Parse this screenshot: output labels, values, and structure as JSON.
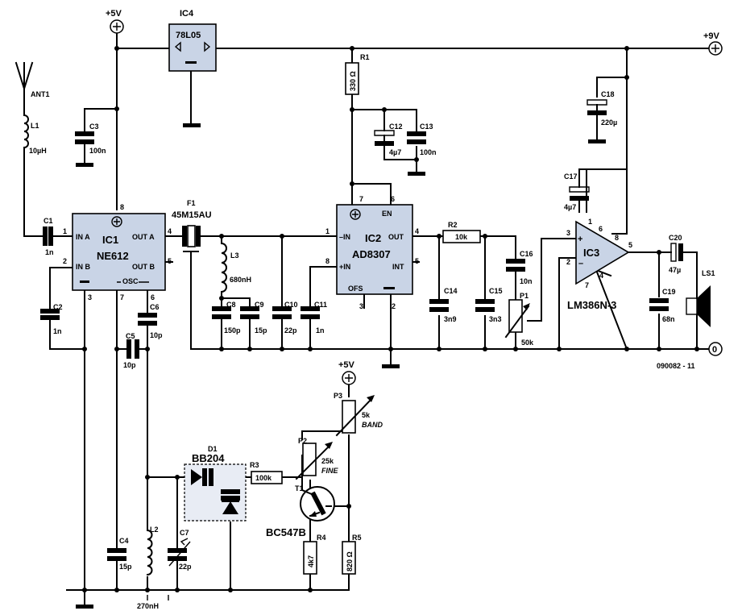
{
  "diagram": {
    "drawing_number": "090082 - 11",
    "rails": {
      "supply_5v": "+5V",
      "supply_9v": "+9V",
      "ground": "0"
    },
    "ics": {
      "ic1": {
        "ref": "IC1",
        "part": "NE612",
        "pins": {
          "in_a": "IN A",
          "in_b": "IN B",
          "out_a": "OUT A",
          "out_b": "OUT B",
          "osc": "OSC",
          "p1": "1",
          "p2": "2",
          "p3": "3",
          "p4": "4",
          "p5": "5",
          "p6": "6",
          "p7": "7",
          "p8": "8"
        }
      },
      "ic2": {
        "ref": "IC2",
        "part": "AD8307",
        "pins": {
          "in_neg": "–IN",
          "in_pos": "+IN",
          "out": "OUT",
          "en": "EN",
          "int": "INT",
          "ofs": "OFS",
          "p1": "1",
          "p2": "2",
          "p3": "3",
          "p4": "4",
          "p5": "5",
          "p6": "6",
          "p7": "7",
          "p8": "8"
        }
      },
      "ic3": {
        "ref": "IC3",
        "part": "LM386N-3",
        "pins": {
          "p1": "1",
          "p2": "2",
          "p3": "3",
          "p4": "4",
          "p5": "5",
          "p6": "6",
          "p7": "7",
          "p8": "8",
          "plus": "+",
          "minus": "–"
        }
      },
      "ic4": {
        "ref": "IC4",
        "part": "78L05"
      }
    },
    "components": {
      "ant1": "ANT1",
      "l1": {
        "ref": "L1",
        "value": "10µH"
      },
      "l2": {
        "ref": "L2",
        "value": "270nH"
      },
      "l3": {
        "ref": "L3",
        "value": "680nH"
      },
      "c1": {
        "ref": "C1",
        "value": "1n"
      },
      "c2": {
        "ref": "C2",
        "value": "1n"
      },
      "c3": {
        "ref": "C3",
        "value": "100n"
      },
      "c4": {
        "ref": "C4",
        "value": "15p"
      },
      "c5": {
        "ref": "C5",
        "value": "10p"
      },
      "c6": {
        "ref": "C6",
        "value": "10p"
      },
      "c7": {
        "ref": "C7",
        "value": "22p"
      },
      "c8": {
        "ref": "C8",
        "value": "150p"
      },
      "c9": {
        "ref": "C9",
        "value": "15p"
      },
      "c10": {
        "ref": "C10",
        "value": "22p"
      },
      "c11": {
        "ref": "C11",
        "value": "1n"
      },
      "c12": {
        "ref": "C12",
        "value": "4µ7"
      },
      "c13": {
        "ref": "C13",
        "value": "100n"
      },
      "c14": {
        "ref": "C14",
        "value": "3n9"
      },
      "c15": {
        "ref": "C15",
        "value": "3n3"
      },
      "c16": {
        "ref": "C16",
        "value": "10n"
      },
      "c17": {
        "ref": "C17",
        "value": "4µ7"
      },
      "c18": {
        "ref": "C18",
        "value": "220µ"
      },
      "c19": {
        "ref": "C19",
        "value": "68n"
      },
      "c20": {
        "ref": "C20",
        "value": "47µ"
      },
      "r1": {
        "ref": "R1",
        "value": "330 Ω"
      },
      "r2": {
        "ref": "R2",
        "value": "10k"
      },
      "r3": {
        "ref": "R3",
        "value": "100k"
      },
      "r4": {
        "ref": "R4",
        "value": "4k7"
      },
      "r5": {
        "ref": "R5",
        "value": "820 Ω"
      },
      "p1": {
        "ref": "P1",
        "value": "50k"
      },
      "p2": {
        "ref": "P2",
        "value": "25k",
        "function": "FINE"
      },
      "p3": {
        "ref": "P3",
        "value": "5k",
        "function": "BAND"
      },
      "f1": {
        "ref": "F1",
        "value": "45M15AU"
      },
      "d1": {
        "ref": "D1",
        "value": "BB204"
      },
      "t1": {
        "ref": "T1",
        "value": "BC547B"
      },
      "ls1": {
        "ref": "LS1"
      }
    }
  }
}
